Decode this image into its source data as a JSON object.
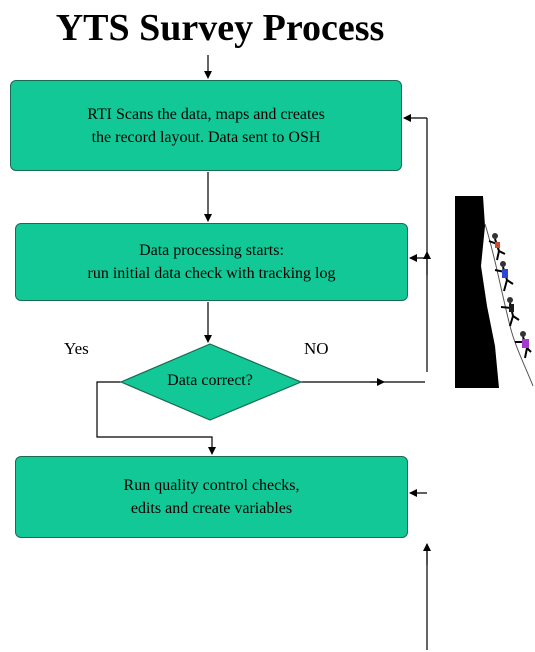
{
  "title": "YTS Survey Process",
  "steps": [
    {
      "lines": [
        "RTI Scans the data, maps and creates",
        "the record layout. Data sent to OSH"
      ]
    },
    {
      "lines": [
        "Data processing starts:",
        "run initial data check with tracking log"
      ]
    },
    {
      "lines": [
        "Run quality control checks,",
        "edits and create variables"
      ]
    }
  ],
  "decision": {
    "label": "Data correct?",
    "yes_label": "Yes",
    "no_label": "NO"
  },
  "colors": {
    "box_fill": "#12c896",
    "box_border": "#1a6b52",
    "line": "#000000"
  },
  "illustration": "rock-climbers-clipart"
}
